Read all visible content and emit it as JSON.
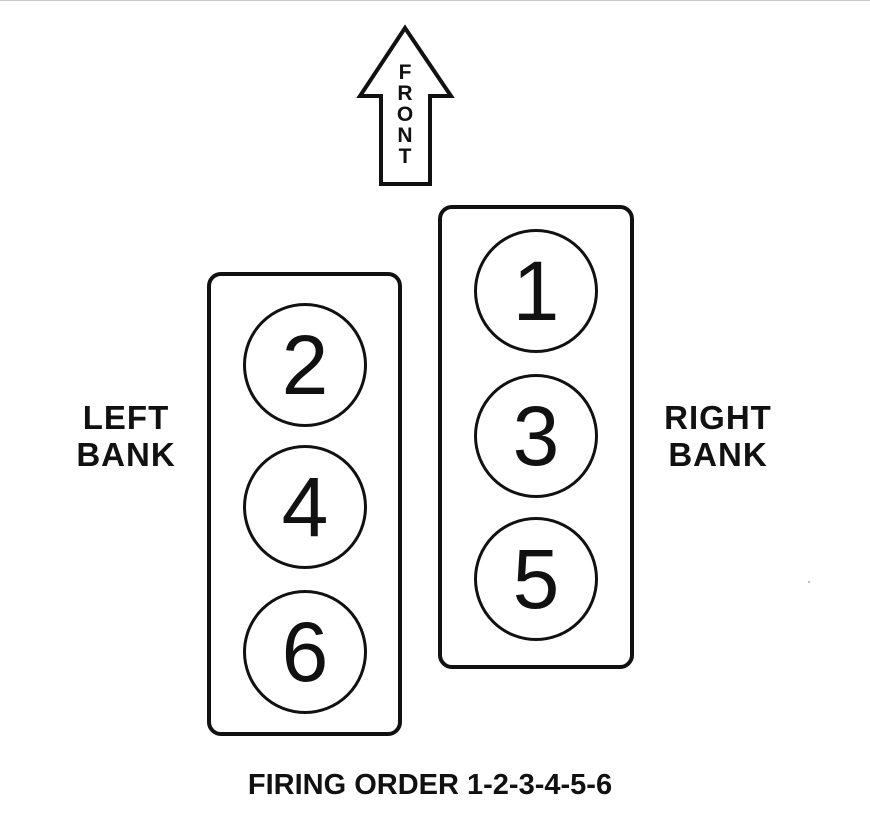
{
  "front_arrow": {
    "letters": [
      "F",
      "R",
      "O",
      "N",
      "T"
    ]
  },
  "left_bank": {
    "label_line1": "LEFT",
    "label_line2": "BANK",
    "cylinders": [
      "2",
      "4",
      "6"
    ]
  },
  "right_bank": {
    "label_line1": "RIGHT",
    "label_line2": "BANK",
    "cylinders": [
      "1",
      "3",
      "5"
    ]
  },
  "firing_order": "FIRING ORDER 1-2-3-4-5-6",
  "colors": {
    "ink": "#111111",
    "background": "#ffffff"
  }
}
